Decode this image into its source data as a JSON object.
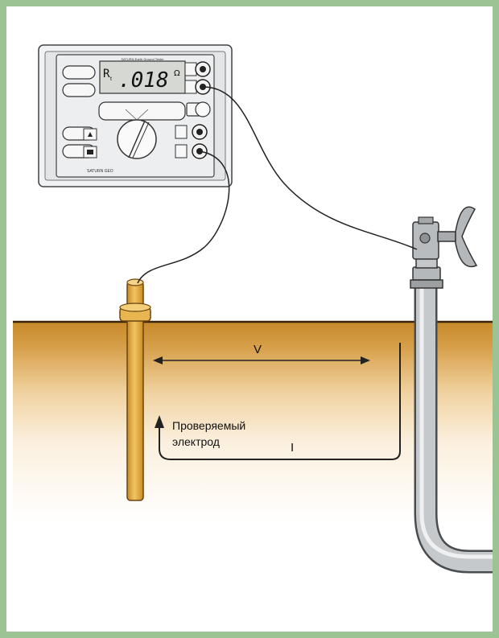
{
  "meter": {
    "display_prefix": "R",
    "display_subscript": "t",
    "display_value": ".018",
    "display_unit": "Ω",
    "display_header": "SATURN Earth Ground Tester",
    "brand": "SATURN GEO"
  },
  "labels": {
    "voltage": "V",
    "current": "I",
    "electrode_line1": "Проверяемый",
    "electrode_line2": "электрод"
  },
  "colors": {
    "frame": "#9cc394",
    "soil_top": "#c78a2a",
    "soil_bottom": "#ffffff",
    "electrode": "#e0a838",
    "pipe": "#a8acb0"
  }
}
